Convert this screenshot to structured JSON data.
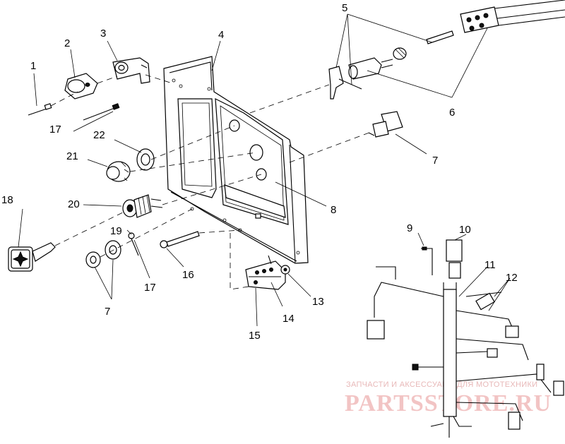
{
  "callouts": {
    "c1": "1",
    "c2": "2",
    "c3": "3",
    "c4": "4",
    "c5": "5",
    "c6": "6",
    "c7a": "7",
    "c7b": "7",
    "c8": "8",
    "c9": "9",
    "c10": "10",
    "c11": "11",
    "c12": "12",
    "c13": "13",
    "c14": "14",
    "c15": "15",
    "c16": "16",
    "c17a": "17",
    "c17b": "17",
    "c18": "18",
    "c19": "19",
    "c20": "20",
    "c21": "21",
    "c22": "22"
  },
  "watermark": {
    "tagline": "ЗАПЧАСТИ И АКСЕССУАРЫ ДЛЯ МОТОТЕХНИКИ",
    "brand": "PARTSSTORE.RU"
  }
}
